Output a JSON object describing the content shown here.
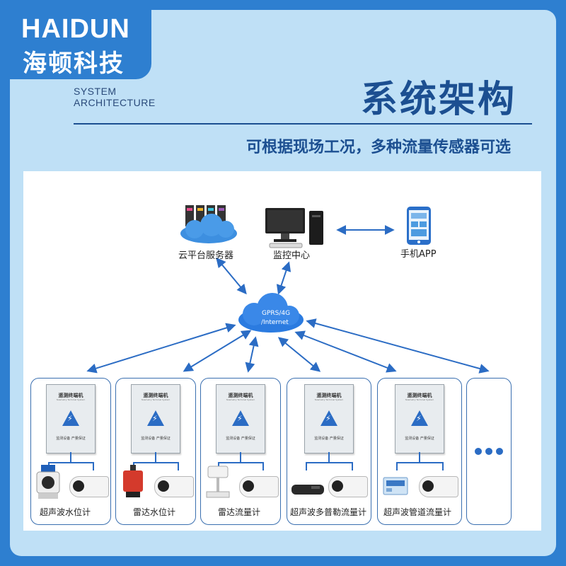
{
  "brand": {
    "en": "HAIDUN",
    "cn": "海顿科技"
  },
  "section": {
    "en_line1": "SYSTEM",
    "en_line2": "ARCHITECTURE",
    "title": "系统架构",
    "subtitle": "可根据现场工况，多种流量传感器可选"
  },
  "diagram": {
    "top_nodes": [
      {
        "label": "云平台服务器",
        "icon": "cloud-server-icon"
      },
      {
        "label": "监控中心",
        "icon": "computer-monitor-icon"
      },
      {
        "label": "手机APP",
        "icon": "mobile-phone-icon"
      }
    ],
    "network": {
      "line1": "GPRS/4G",
      "line2": "/Internet"
    },
    "cabinet": {
      "title": "遥测终端机",
      "subtitle": "Telemetry Terminal System",
      "footer": "监测设备  产量保证"
    },
    "stations": [
      {
        "label": "超声波水位计",
        "sensor_icon": "ultrasonic-level-sensor-icon"
      },
      {
        "label": "雷达水位计",
        "sensor_icon": "radar-level-sensor-icon"
      },
      {
        "label": "雷达流量计",
        "sensor_icon": "radar-flow-sensor-icon"
      },
      {
        "label": "超声波多普勒流量计",
        "sensor_icon": "doppler-flow-sensor-icon"
      },
      {
        "label": "超声波管道流量计",
        "sensor_icon": "pipe-flow-sensor-icon"
      }
    ],
    "more_icon": "ellipsis-icon"
  },
  "colors": {
    "frame": "#2e7fd0",
    "card": "#bfe0f6",
    "title": "#1c4f91",
    "accent": "#2b6cc4"
  }
}
